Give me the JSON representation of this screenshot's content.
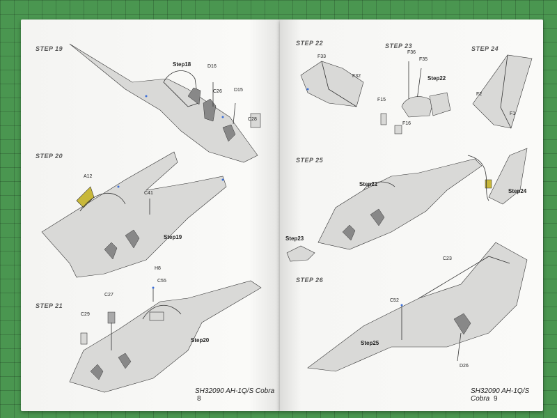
{
  "left_page": {
    "steps": [
      "STEP 19",
      "STEP 20",
      "STEP 21"
    ],
    "sub_refs": [
      "Step18",
      "Step19",
      "Step20"
    ],
    "parts": {
      "d16": "D16",
      "c26": "C26",
      "d15": "D15",
      "c28": "C28",
      "a12": "A12",
      "c41": "C41",
      "h8": "H8",
      "c55": "C55",
      "c27": "C27",
      "c29": "C29"
    },
    "footer_code": "SH32090 AH-1Q/S Cobra",
    "page_number": "8"
  },
  "right_page": {
    "steps": [
      "STEP 22",
      "STEP 23",
      "STEP 24",
      "STEP 25",
      "STEP 26"
    ],
    "sub_refs": [
      "Step22",
      "Step21",
      "Step24",
      "Step23",
      "Step25"
    ],
    "parts": {
      "f33": "F33",
      "f32": "F32",
      "f36": "F36",
      "f35": "F35",
      "f15": "F15",
      "f16": "F16",
      "f2": "F2",
      "f1": "F1",
      "c23": "C23",
      "c52": "C52",
      "d26": "D26"
    },
    "footer_code": "SH32090 AH-1Q/S Cobra",
    "page_number": "9"
  },
  "colors": {
    "step_tab": "#e07a1e",
    "mat": "#4a9650",
    "accent_yellow": "#c8b83a"
  }
}
